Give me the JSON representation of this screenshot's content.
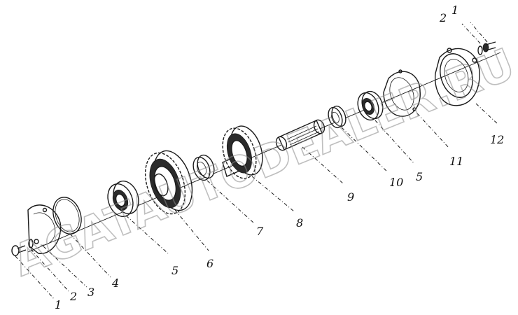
{
  "watermark": "AGATAUTODEALER.RU",
  "callouts": {
    "c1_left": "1",
    "c2_left": "2",
    "c3": "3",
    "c4": "4",
    "c5_left": "5",
    "c6": "6",
    "c7": "7",
    "c8": "8",
    "c9": "9",
    "c10": "10",
    "c5_right": "5",
    "c11": "11",
    "c12": "12",
    "c2_right": "2",
    "c1_right": "1"
  }
}
